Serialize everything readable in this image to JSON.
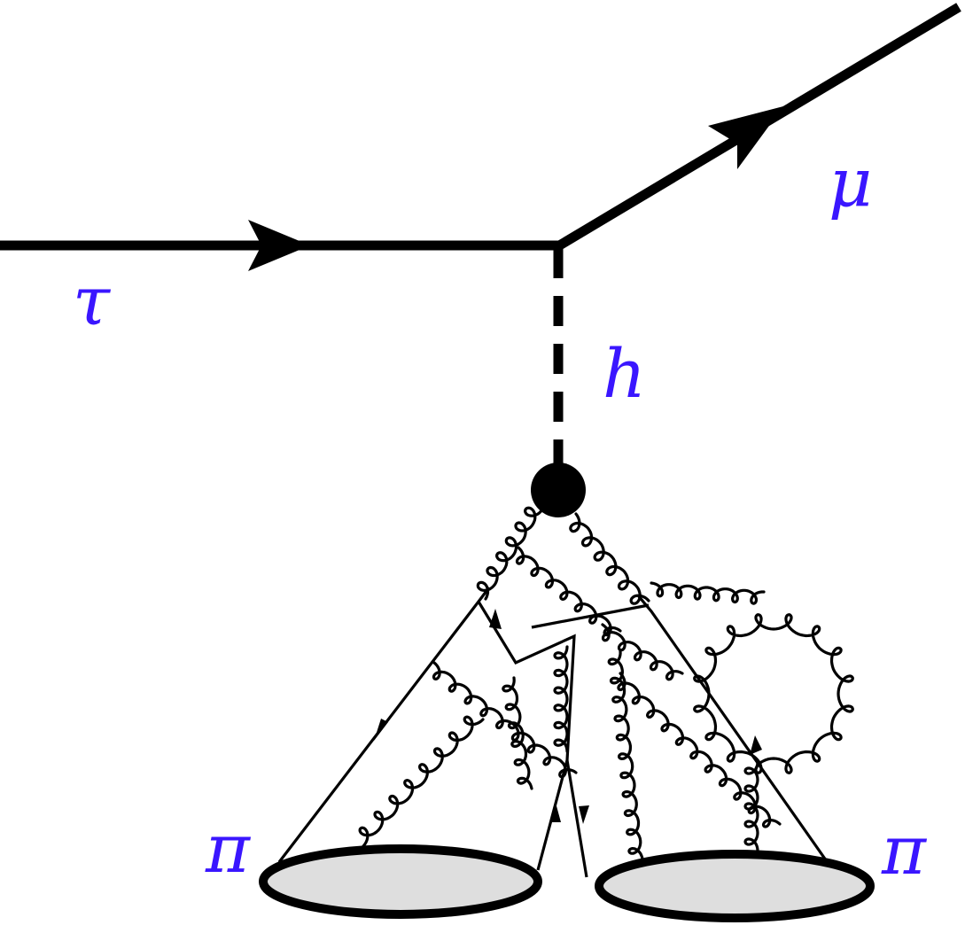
{
  "labels": {
    "tau": "τ",
    "mu": "μ",
    "higgs": "h",
    "pion_left": "π",
    "pion_right": "π"
  },
  "colors": {
    "label": "#3a16ff",
    "line": "#000000",
    "blob_fill": "#dedede"
  }
}
